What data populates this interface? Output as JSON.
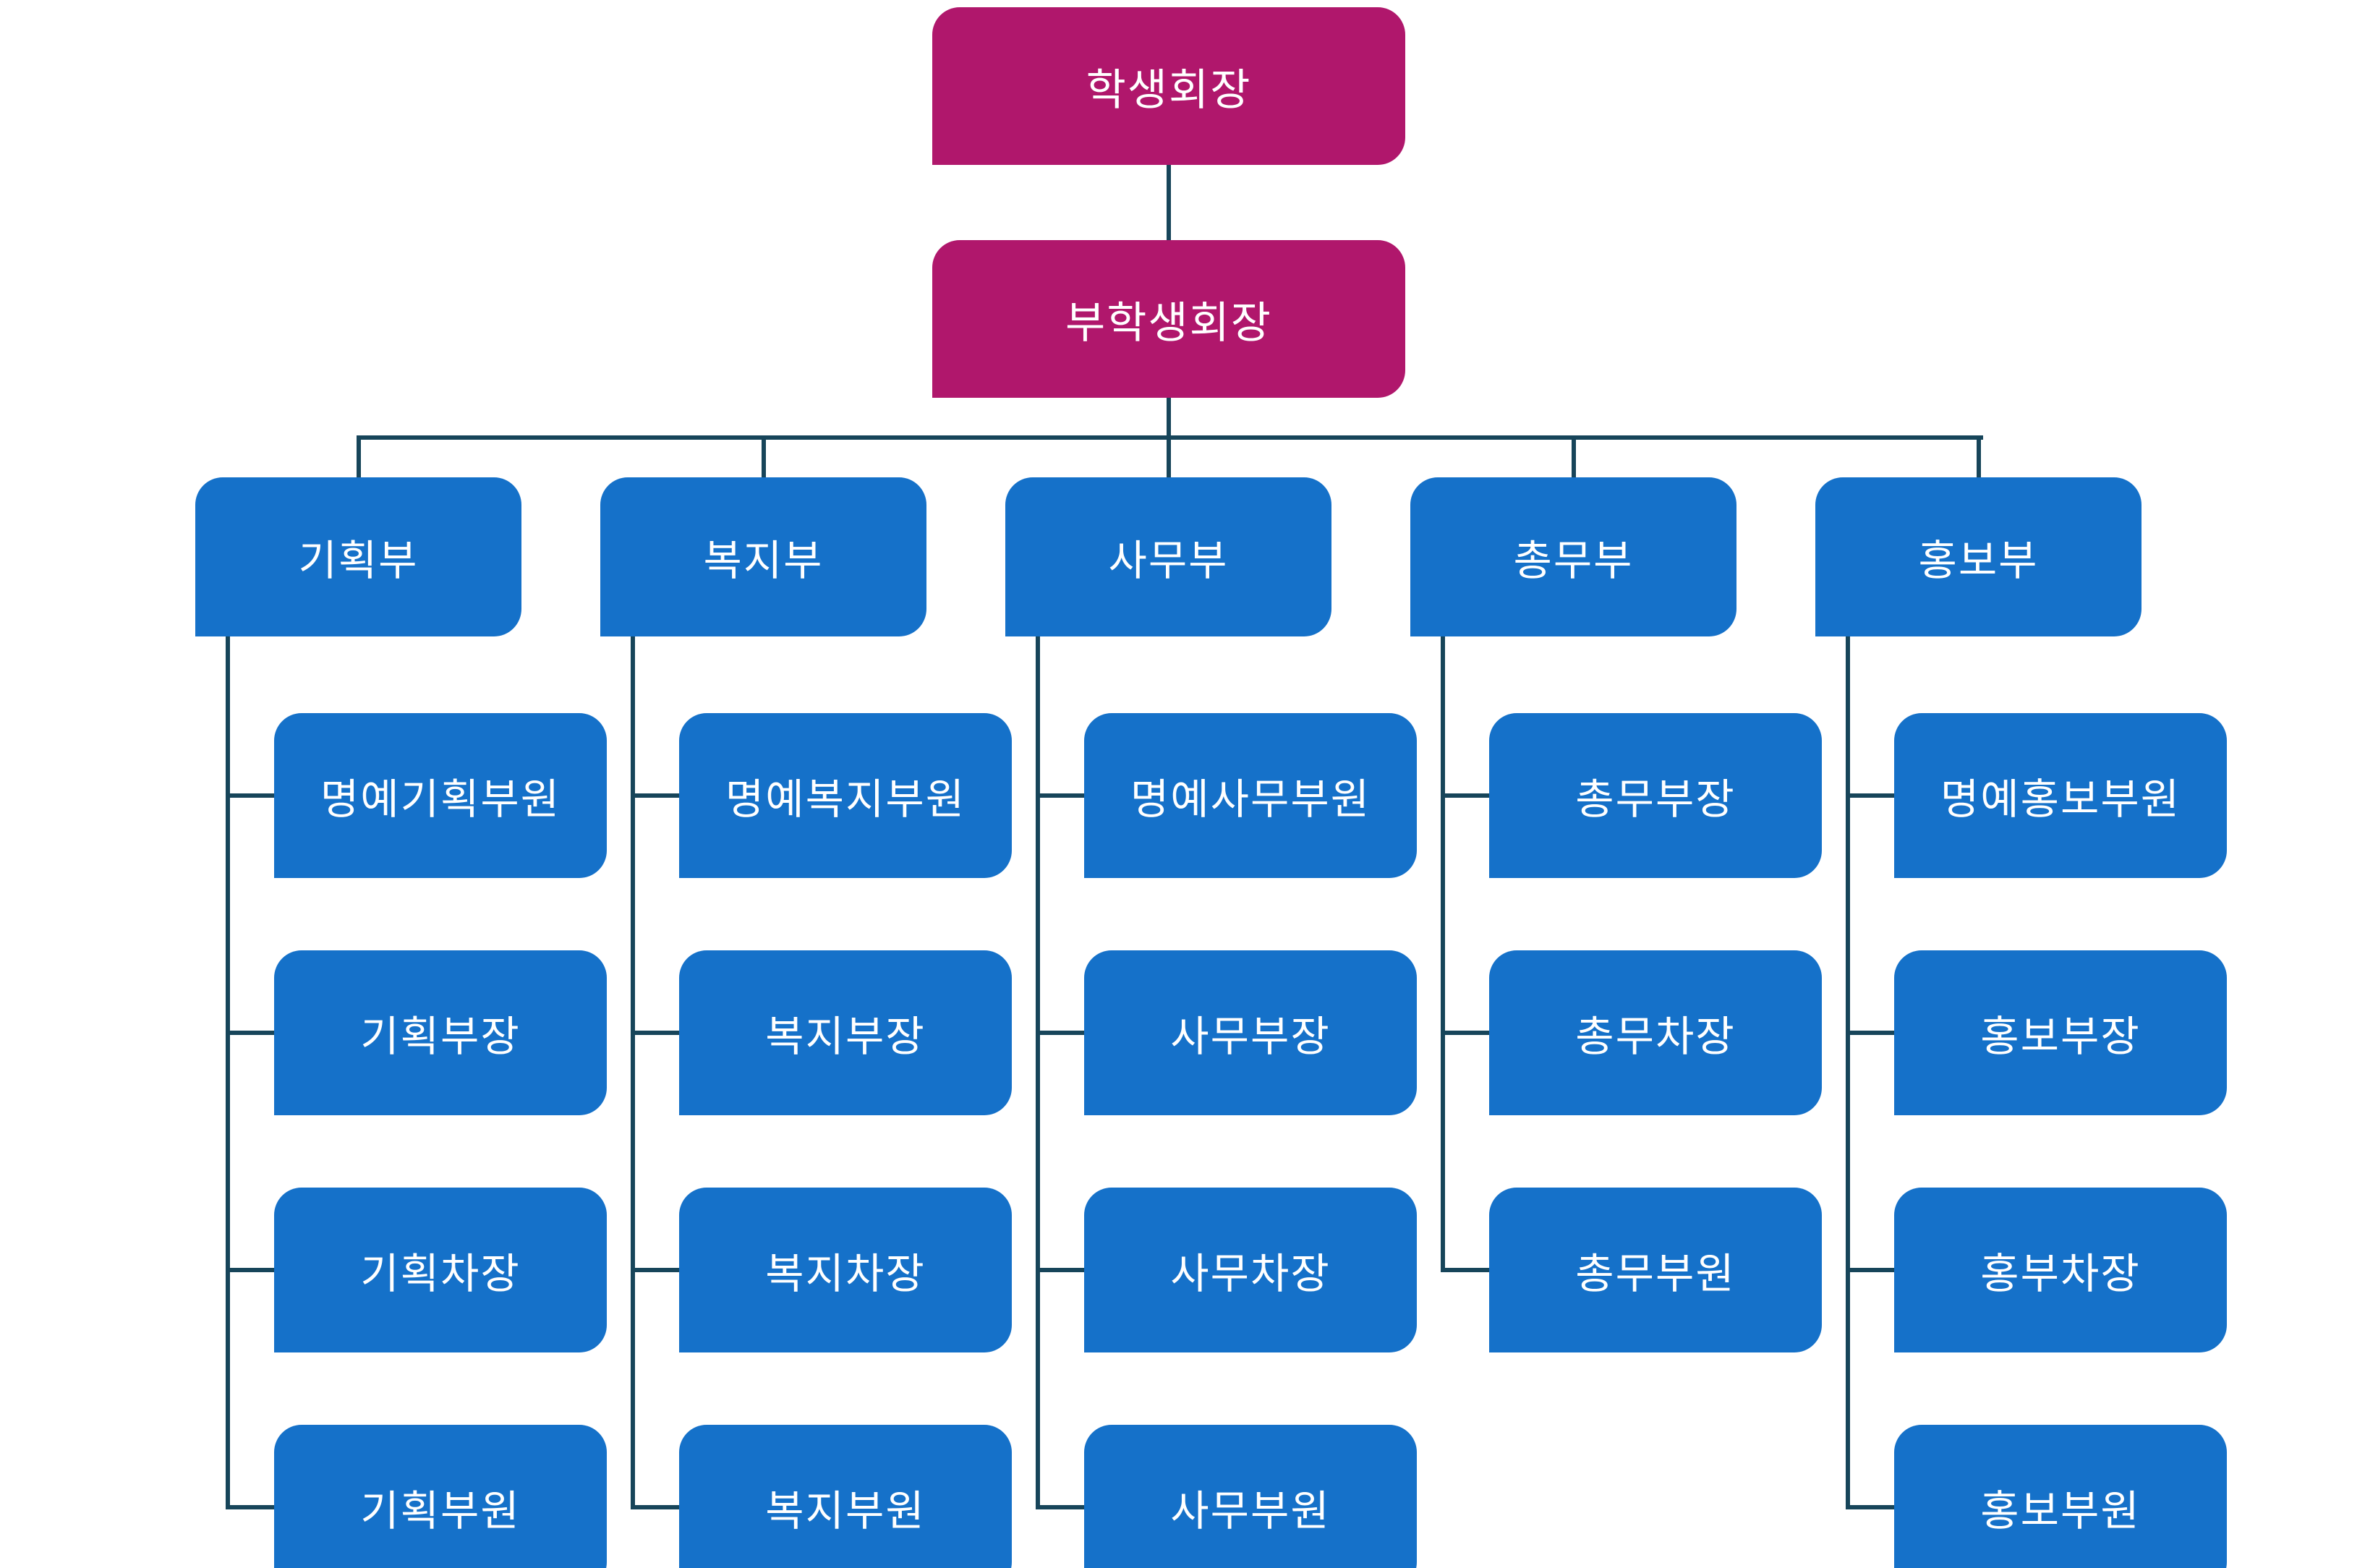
{
  "colors": {
    "primary": "#B0176C",
    "secondary": "#1571C9",
    "line": "#17455A",
    "box_text": "#FFFFFF",
    "background": "#FFFFFF"
  },
  "chart": {
    "president": "학생회장",
    "vice_president": "부학생회장",
    "departments": [
      {
        "name": "기획부",
        "children": [
          "명예기획부원",
          "기획부장",
          "기획차장",
          "기획부원"
        ]
      },
      {
        "name": "복지부",
        "children": [
          "명예복지부원",
          "복지부장",
          "복지차장",
          "복지부원"
        ]
      },
      {
        "name": "사무부",
        "children": [
          "명예사무부원",
          "사무부장",
          "사무차장",
          "사무부원"
        ]
      },
      {
        "name": "총무부",
        "children": [
          "총무부장",
          "총무차장",
          "총무부원"
        ]
      },
      {
        "name": "홍보부",
        "children": [
          "명예홍보부원",
          "홍보부장",
          "홍부차장",
          "홍보부원"
        ]
      }
    ]
  }
}
